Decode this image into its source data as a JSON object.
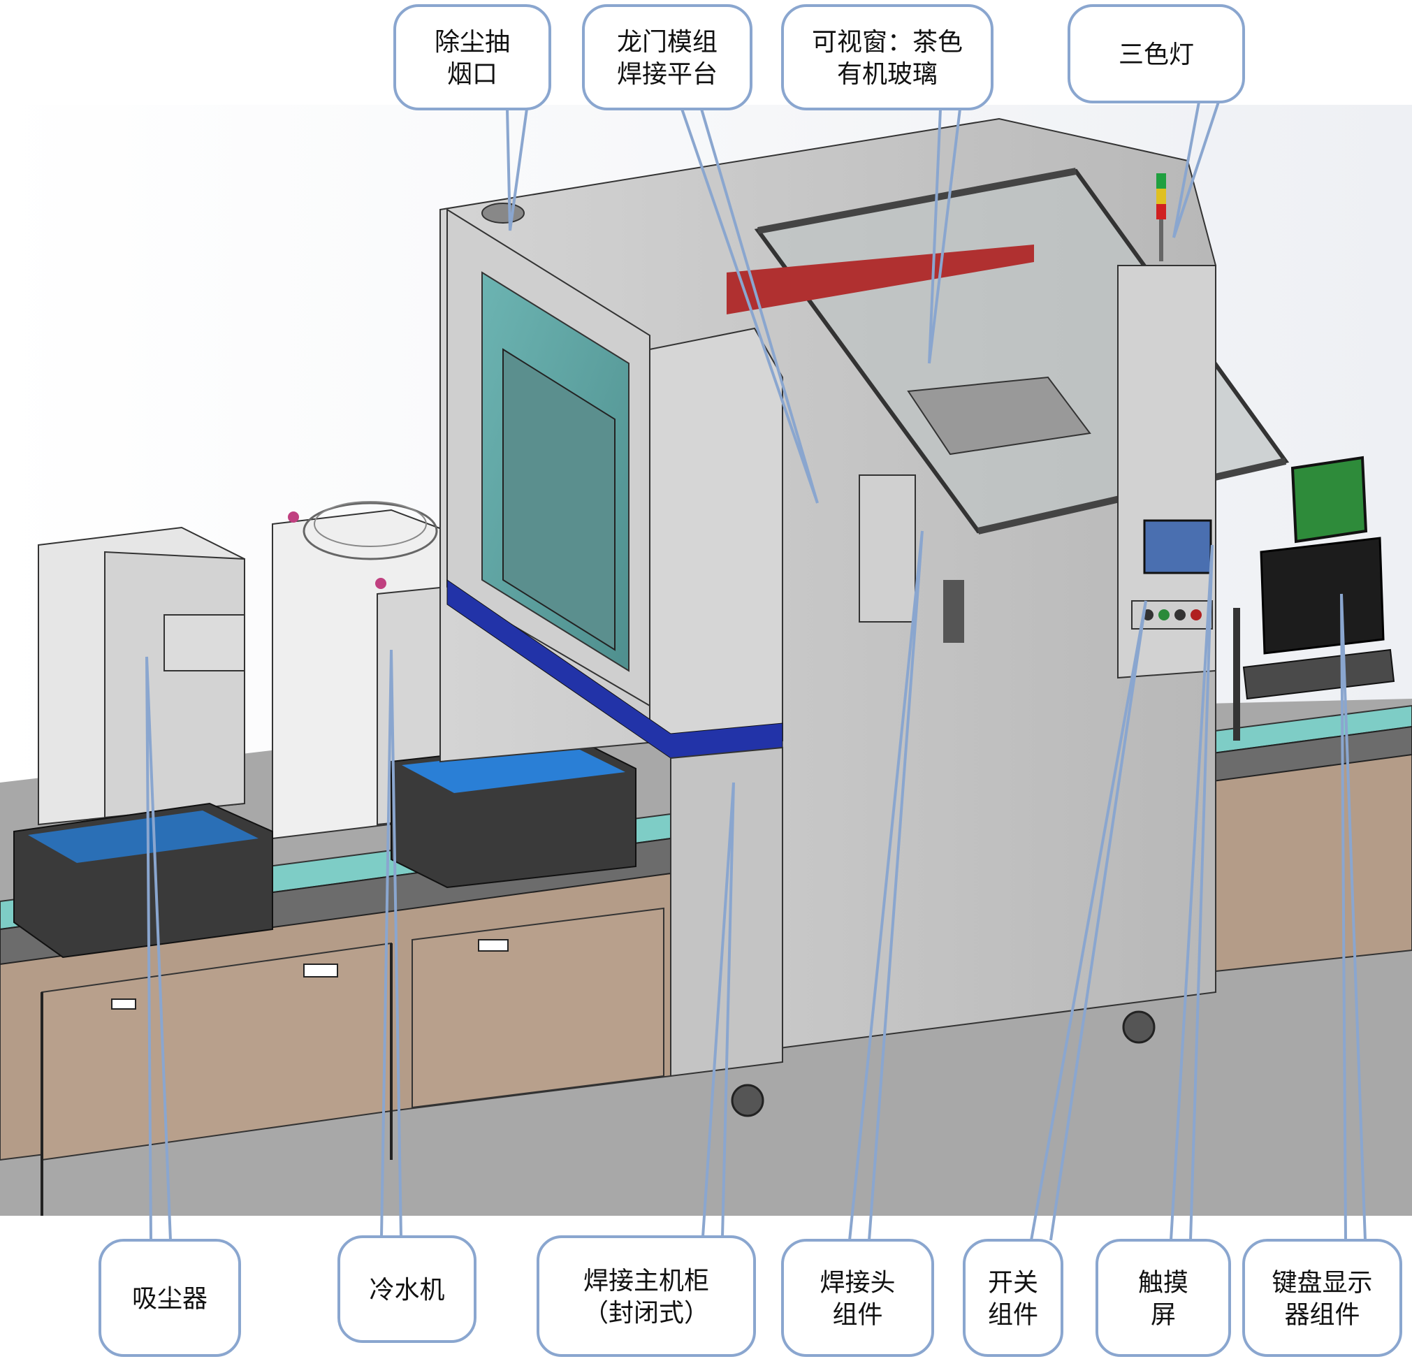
{
  "figure": {
    "background": "#ffffff",
    "callout_stroke": "#8aa6cf",
    "callout_fill": "#ffffff",
    "colors": {
      "machine_gray": "#c9c9c9",
      "machine_dark": "#8c8c8c",
      "glass_teal": "#5fa3a3",
      "blue_stripe": "#2233a8",
      "conveyor_tan": "#b39a86",
      "conveyor_teal": "#7ecdc6",
      "tray_dark": "#3a3a3a",
      "cell_blue": "#2a7fd6",
      "screen_green": "#2e8b3a",
      "monitor_black": "#1c1c1c",
      "beacon_red": "#d02020",
      "beacon_yellow": "#e0c020",
      "beacon_green": "#20a040"
    }
  },
  "callouts": {
    "top": [
      {
        "id": "dust-extraction-port",
        "lines": [
          "除尘抽",
          "烟口"
        ]
      },
      {
        "id": "gantry-platform",
        "lines": [
          "龙门模组",
          "焊接平台"
        ]
      },
      {
        "id": "viewing-window",
        "lines": [
          "可视窗：茶色",
          "有机玻璃"
        ]
      },
      {
        "id": "tri-color-light",
        "lines": [
          "三色灯"
        ]
      }
    ],
    "bottom": [
      {
        "id": "dust-collector",
        "lines": [
          "吸尘器"
        ]
      },
      {
        "id": "water-chiller",
        "lines": [
          "冷水机"
        ]
      },
      {
        "id": "welding-cabinet",
        "lines": [
          "焊接主机柜",
          "（封闭式）"
        ]
      },
      {
        "id": "welding-head",
        "lines": [
          "焊接头",
          "组件"
        ]
      },
      {
        "id": "switch-assembly",
        "lines": [
          "开关",
          "组件"
        ]
      },
      {
        "id": "touch-screen",
        "lines": [
          "触摸",
          "屏"
        ]
      },
      {
        "id": "keyboard-display",
        "lines": [
          "键盘显示",
          "器组件"
        ]
      }
    ]
  }
}
